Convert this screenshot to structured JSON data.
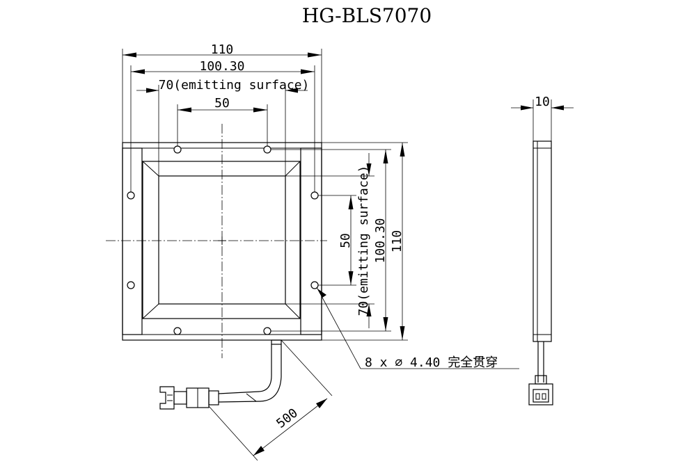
{
  "title": "HG-BLS7070",
  "front_view": {
    "width_overall": "110",
    "width_mount": "100.30",
    "width_emitting": "70(emitting surface)",
    "width_holes": "50",
    "height_overall": "110",
    "height_mount": "100.30",
    "height_emitting": "70(emitting surface)",
    "height_holes": "50",
    "hole_note": "8 x ∅ 4.40 完全贯穿",
    "cable_length": "500"
  },
  "side_view": {
    "thickness": "10"
  }
}
